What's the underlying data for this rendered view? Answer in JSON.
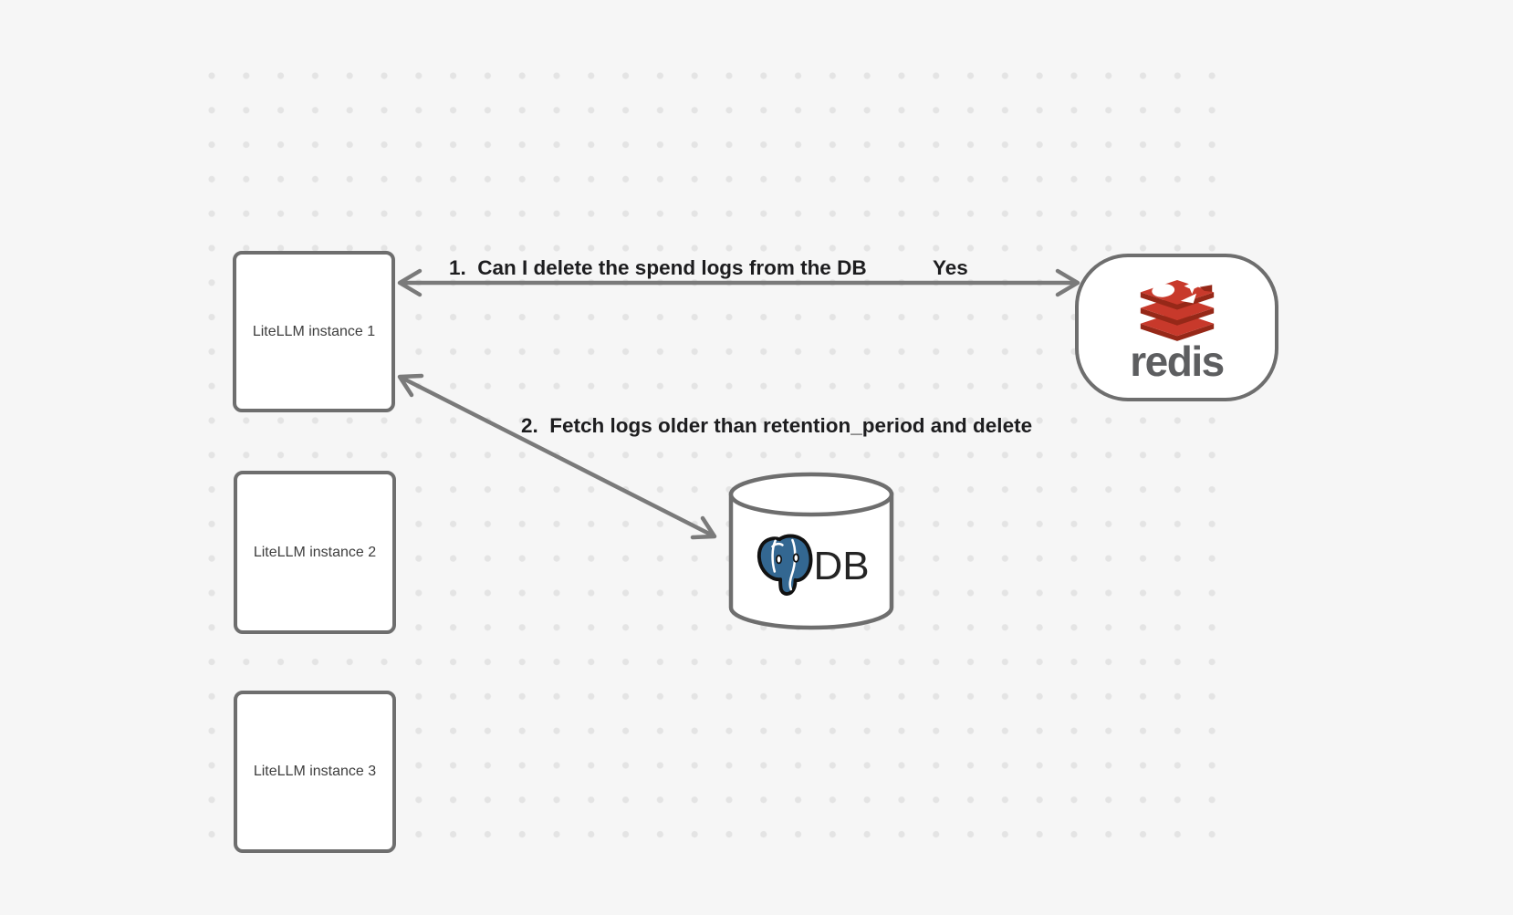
{
  "colors": {
    "canvas_bg": "#f6f6f6",
    "dot_color": "#e4e4e4",
    "shape_border": "#6e6e6e",
    "arrow": "#7a7a7a",
    "label_text": "#1d1d1f",
    "redis_red": "#c8392b",
    "redis_dark_red": "#962818",
    "redis_wordmark_gray": "#5d5e60",
    "postgres_blue": "#336791"
  },
  "nodes": {
    "instance1": {
      "label": "LiteLLM instance 1"
    },
    "instance2": {
      "label": "LiteLLM instance 2"
    },
    "instance3": {
      "label": "LiteLLM instance 3"
    },
    "redis": {
      "wordmark": "redis"
    },
    "database": {
      "label": "DB"
    }
  },
  "edges": {
    "step1": {
      "label": "1.  Can I delete the spend logs from the DB",
      "response": "Yes"
    },
    "step2": {
      "label": "2.  Fetch logs older than retention_period and delete"
    }
  },
  "icons": {
    "redis_logo": "redis-stack-logo",
    "postgres_logo": "postgresql-elephant-logo",
    "database_shape": "database-cylinder"
  }
}
